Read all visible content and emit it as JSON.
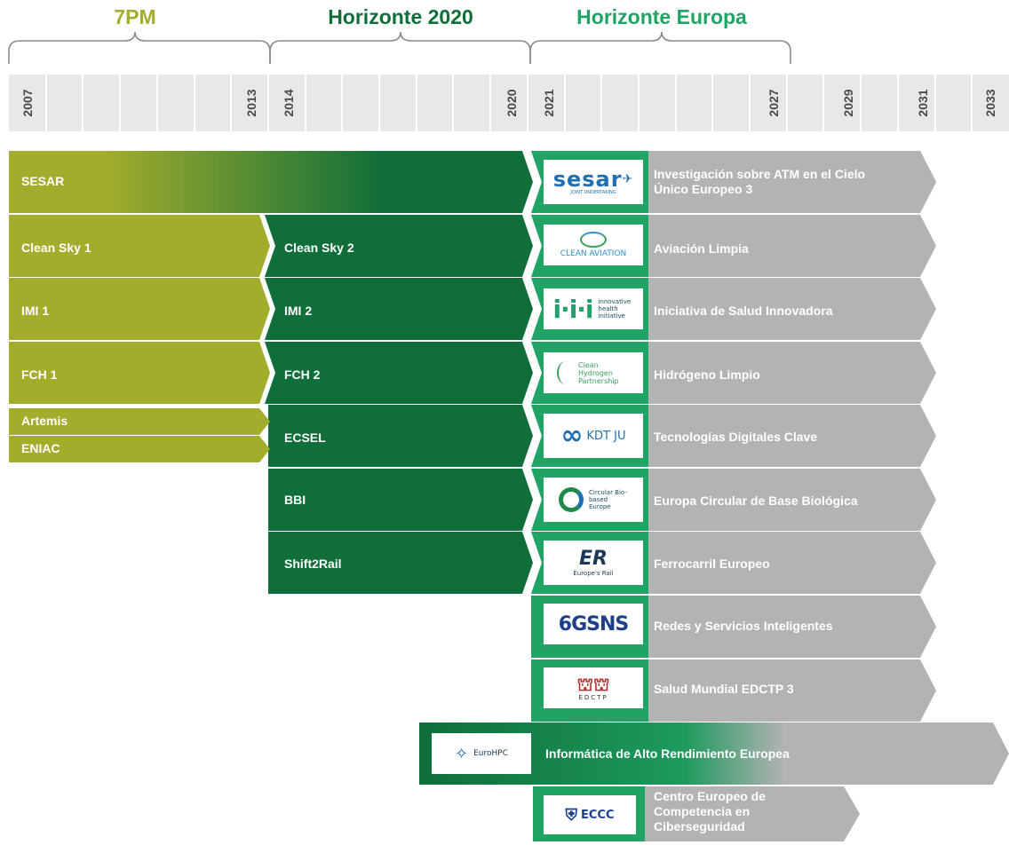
{
  "programmes": [
    {
      "name": "7PM",
      "color": "#a3ad2c"
    },
    {
      "name": "Horizonte 2020",
      "color": "#0f6e3a"
    },
    {
      "name": "Horizonte Europa",
      "color": "#20a466"
    }
  ],
  "years": [
    "2007",
    "2013",
    "2014",
    "2020",
    "2021",
    "2027",
    "2029",
    "2031",
    "2033"
  ],
  "rows": [
    {
      "fp7": "SESAR",
      "h2020": "",
      "he_logo": "sesar",
      "he": [
        "Investigación sobre ATM en el Cielo",
        "Único Europeo 3"
      ]
    },
    {
      "fp7": "Clean Sky 1",
      "h2020": "Clean Sky 2",
      "he_logo": "CLEAN AVIATION",
      "he": [
        "Aviación Limpia"
      ]
    },
    {
      "fp7": "IMI 1",
      "h2020": "IMI 2",
      "he_logo": "innovative health initiative",
      "he": [
        "Iniciativa de Salud Innovadora"
      ]
    },
    {
      "fp7": "FCH 1",
      "h2020": "FCH 2",
      "he_logo": "Clean Hydrogen Partnership",
      "he": [
        "Hidrógeno Limpio"
      ]
    },
    {
      "fp7": [
        "Artemis",
        "ENIAC"
      ],
      "h2020": "ECSEL",
      "he_logo": "KDT JU",
      "he": [
        "Tecnologías Digitales Clave"
      ]
    },
    {
      "fp7": "",
      "h2020": "BBI",
      "he_logo": "Circular Bio-based Europe",
      "he": [
        "Europa Circular de Base Biológica"
      ]
    },
    {
      "fp7": "",
      "h2020": "Shift2Rail",
      "he_logo": "Europe's Rail",
      "he": [
        "Ferrocarril Europeo"
      ]
    },
    {
      "fp7": "",
      "h2020": "",
      "he_logo": "6GSNS",
      "he": [
        "Redes y Servicios Inteligentes"
      ]
    },
    {
      "fp7": "",
      "h2020": "",
      "he_logo": "EDCTP",
      "he": [
        "Salud Mundial EDCTP 3"
      ]
    },
    {
      "fp7": "",
      "h2020": "",
      "he_logo": "EuroHPC",
      "he": [
        "Informática de Alto Rendimiento Europea"
      ]
    },
    {
      "fp7": "",
      "h2020": "",
      "he_logo": "ECCC",
      "he": [
        "Centro Europeo de",
        "Competencia en",
        "Ciberseguridad"
      ]
    }
  ],
  "colors": {
    "fp7": "#a3ad2c",
    "h2020": "#0f6e3a",
    "he": "#20a466",
    "grey": "#b3b3b3",
    "band": "#e8e8e8"
  }
}
